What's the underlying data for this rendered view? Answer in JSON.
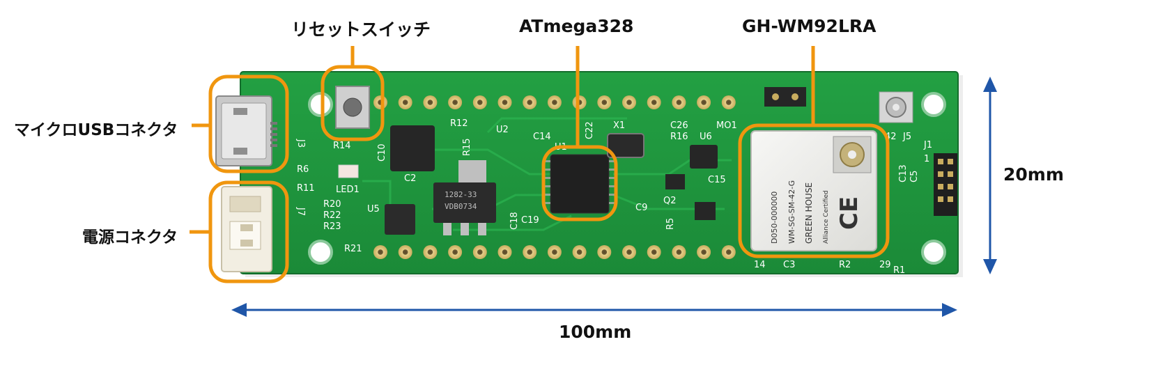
{
  "labels": {
    "reset_switch": "リセットスイッチ",
    "mcu": "ATmega328",
    "lora_module": "GH-WM92LRA",
    "micro_usb": "マイクロUSBコネクタ",
    "power_connector": "電源コネクタ",
    "height": "20mm",
    "width": "100mm"
  },
  "silkscreen": {
    "r12": "R12",
    "u2": "U2",
    "c14": "C14",
    "r15": "R15",
    "c10": "C10",
    "u1": "U1",
    "c22": "C22",
    "x1": "X1",
    "c26": "C26",
    "r16": "R16",
    "u6": "U6",
    "mo1": "MO1",
    "j5": "J5",
    "n42": "42",
    "j1": "J1",
    "n1": "1",
    "c13": "C13",
    "c5": "C5",
    "n14": "14",
    "c3": "C3",
    "r2": "R2",
    "n29": "29",
    "r1": "R1",
    "r6": "R6",
    "r11": "R11",
    "led1": "LED1",
    "r20": "R20",
    "r22": "R22",
    "r23": "R23",
    "u5": "U5",
    "r21": "R21",
    "j7": "J7",
    "j3": "J3",
    "c18": "C18",
    "c19": "C19",
    "c9": "C9",
    "c15": "C15",
    "q2": "Q2",
    "r5": "R5",
    "r14": "R14",
    "c2": "C2",
    "regulator_marking": "1282-33",
    "regulator_marking2": "VDB0734"
  },
  "module": {
    "id": "D050-000000",
    "model": "WM-SG-SM-42-G",
    "maker": "GREEN HOUSE",
    "cert": "Alliance Certified",
    "ce": "CE"
  },
  "colors": {
    "highlight_orange": "#f0960f",
    "dimension_blue": "#1f56a8",
    "pcb_green": "#1e8f3c",
    "pad_gold": "#d9c27a"
  },
  "icons": [
    "micro-usb-connector",
    "power-connector",
    "reset-switch",
    "antenna-connector",
    "ce-mark"
  ]
}
